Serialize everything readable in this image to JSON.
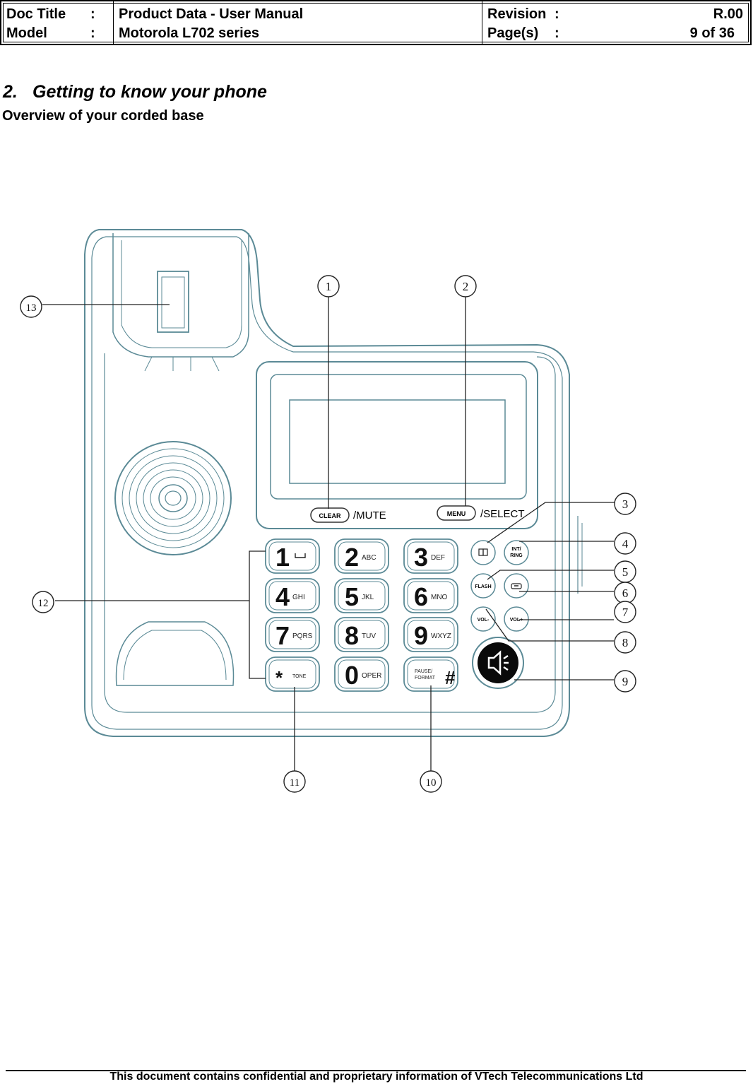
{
  "header": {
    "doc_title_label": "Doc Title",
    "model_label": "Model",
    "colon": ":",
    "doc_title": "Product Data - User Manual",
    "model": "Motorola L702 series",
    "revision_label": "Revision",
    "pages_label": "Page(s)",
    "revision": "R.00",
    "pages": "9 of 36"
  },
  "section": {
    "number": "2.",
    "title": "Getting to know your phone",
    "subtitle": "Overview of your corded base"
  },
  "diagram": {
    "callouts": [
      "1",
      "2",
      "3",
      "4",
      "5",
      "6",
      "7",
      "8",
      "9",
      "10",
      "11",
      "12",
      "13"
    ],
    "labels": {
      "clear": "CLEAR",
      "mute": "/MUTE",
      "menu": "MENU",
      "select": "/SELECT",
      "int_ring": "INT/ RING",
      "flash": "FLASH",
      "vol_minus": "VOL-",
      "vol_plus": "VOL+",
      "tone": "TONE",
      "pause_format": "PAUSE/ FORMAT"
    },
    "keys": [
      {
        "digit": "1",
        "letters": ""
      },
      {
        "digit": "2",
        "letters": "ABC"
      },
      {
        "digit": "3",
        "letters": "DEF"
      },
      {
        "digit": "4",
        "letters": "GHI"
      },
      {
        "digit": "5",
        "letters": "JKL"
      },
      {
        "digit": "6",
        "letters": "MNO"
      },
      {
        "digit": "7",
        "letters": "PQRS"
      },
      {
        "digit": "8",
        "letters": "TUV"
      },
      {
        "digit": "9",
        "letters": "WXYZ"
      },
      {
        "digit": "*",
        "letters": "TONE"
      },
      {
        "digit": "0",
        "letters": "OPER"
      },
      {
        "digit": "#",
        "letters": "PAUSE/ FORMAT"
      }
    ]
  },
  "footer": {
    "text": "This document contains confidential and proprietary information of VTech Telecommunications Ltd"
  },
  "colors": {
    "drawing": "#5b8a96",
    "ink": "#000000"
  }
}
